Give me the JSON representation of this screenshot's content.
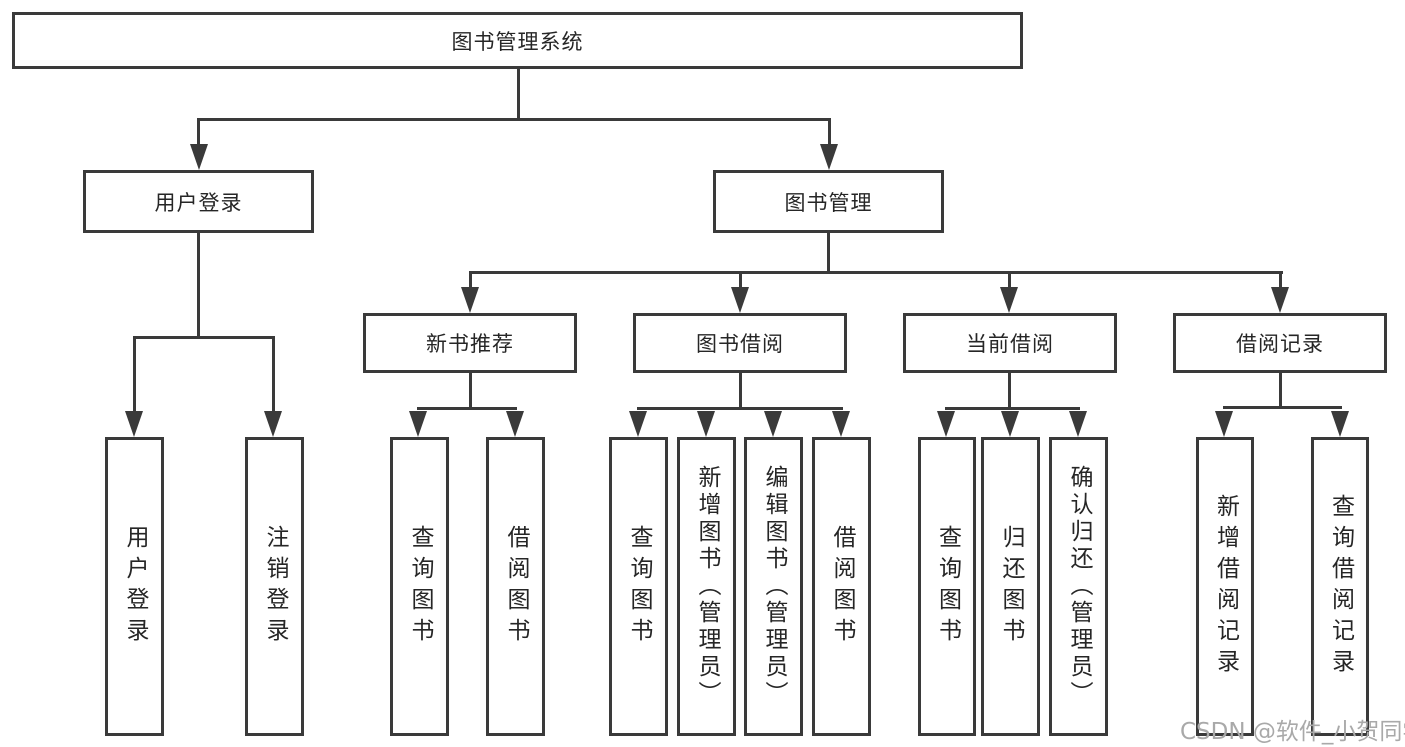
{
  "diagram": {
    "root": {
      "label": "图书管理系统"
    },
    "level2": [
      {
        "label": "用户登录"
      },
      {
        "label": "图书管理"
      }
    ],
    "level3": [
      {
        "label": "新书推荐"
      },
      {
        "label": "图书借阅"
      },
      {
        "label": "当前借阅"
      },
      {
        "label": "借阅记录"
      }
    ],
    "leaves": {
      "login": [
        "用户登录",
        "注销登录"
      ],
      "newbook": [
        "查询图书",
        "借阅图书"
      ],
      "borrow": [
        "查询图书",
        "新增图书（管理员）",
        "编辑图书（管理员）",
        "借阅图书"
      ],
      "current": [
        "查询图书",
        "归还图书",
        "确认归还（管理员）"
      ],
      "records": [
        "新增借阅记录",
        "查询借阅记录"
      ]
    }
  },
  "watermark": "CSDN @软件_小贺同学",
  "colors": {
    "line": "#3a3a3a",
    "text": "#262626",
    "watermark": "#a9a9a9",
    "background": "#ffffff"
  }
}
